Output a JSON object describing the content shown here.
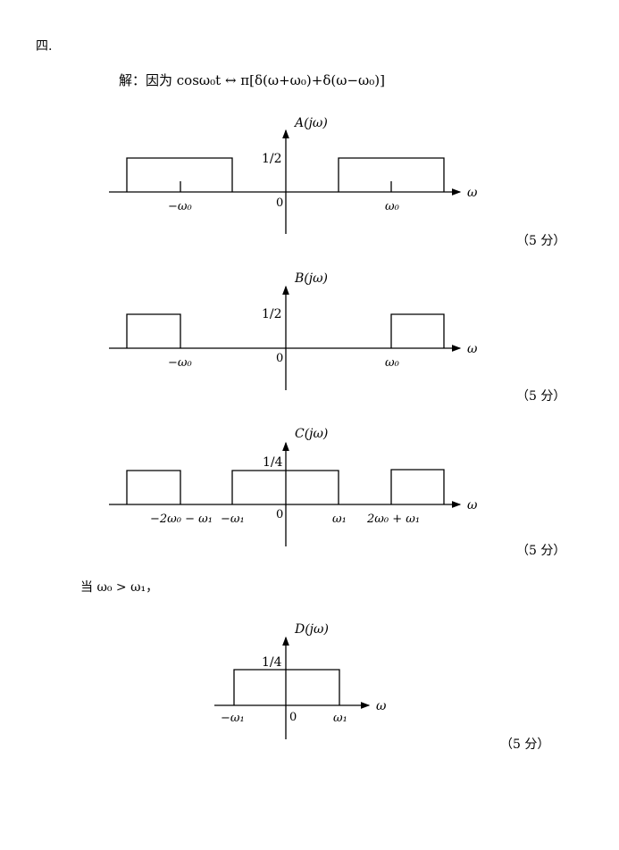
{
  "heading": "四.",
  "solution_line": "解：因为 cosω₀t ↔ π[δ(ω+ω₀)+δ(ω−ω₀)]",
  "condition_line": "当 ω₀ > ω₁，",
  "score_label": "（5 分）",
  "graphs": [
    {
      "title": "A(jω)",
      "height_label": "1/2",
      "origin": "0",
      "axis": "ω",
      "ticks": [
        "−ω₀",
        "ω₀"
      ],
      "score": "（5 分）"
    },
    {
      "title": "B(jω)",
      "height_label": "1/2",
      "origin": "0",
      "axis": "ω",
      "ticks": [
        "−ω₀",
        "ω₀"
      ],
      "score": "（5 分）"
    },
    {
      "title": "C(jω)",
      "height_label": "1/4",
      "origin": "0",
      "axis": "ω",
      "ticks": [
        "−2ω₀ − ω₁",
        "−ω₁",
        "ω₁",
        "2ω₀ + ω₁"
      ],
      "score": "（5 分）"
    },
    {
      "title": "D(jω)",
      "height_label": "1/4",
      "origin": "0",
      "axis": "ω",
      "ticks": [
        "−ω₁",
        "ω₁"
      ],
      "score": "（5 分）"
    }
  ]
}
